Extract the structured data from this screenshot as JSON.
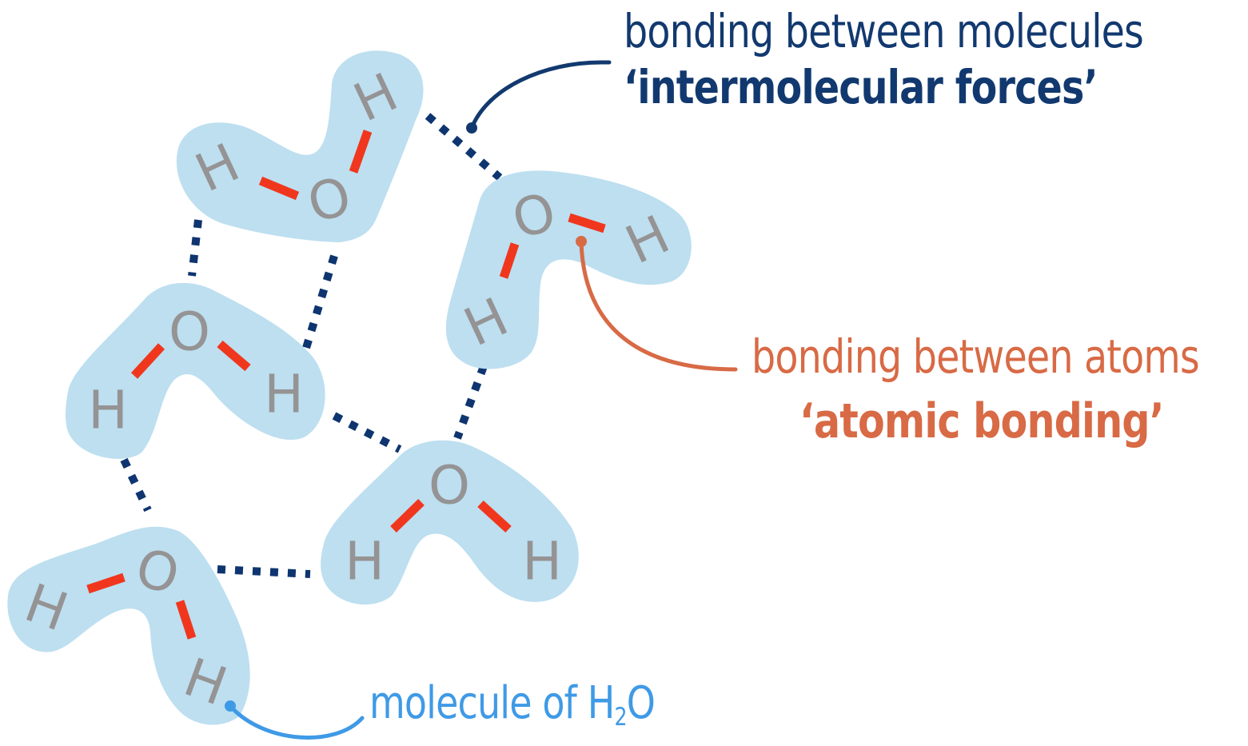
{
  "colors": {
    "molecule_fill": "#bddff0",
    "atom_text": "#959394",
    "covalent_bond": "#f0371e",
    "hydrogen_bond": "#0e3570",
    "intermolecular_label": "#12396f",
    "atomic_label": "#d86a45",
    "molecule_label": "#3f9ae6"
  },
  "labels": {
    "intermolecular": {
      "line1": "bonding between molecules",
      "line2": "‘intermolecular forces’"
    },
    "atomic": {
      "line1": "bonding between atoms",
      "line2": "‘atomic bonding’"
    },
    "molecule": {
      "prefix": "molecule of H",
      "subscript": "2",
      "suffix": "O"
    }
  },
  "molecules": [
    {
      "id": "top",
      "atoms": [
        "H",
        "O",
        "H"
      ]
    },
    {
      "id": "right",
      "atoms": [
        "O",
        "H",
        "H"
      ]
    },
    {
      "id": "middle-left",
      "atoms": [
        "O",
        "H",
        "H"
      ]
    },
    {
      "id": "middle-bottom",
      "atoms": [
        "O",
        "H",
        "H"
      ]
    },
    {
      "id": "bottom-left",
      "atoms": [
        "O",
        "H",
        "H"
      ]
    }
  ]
}
